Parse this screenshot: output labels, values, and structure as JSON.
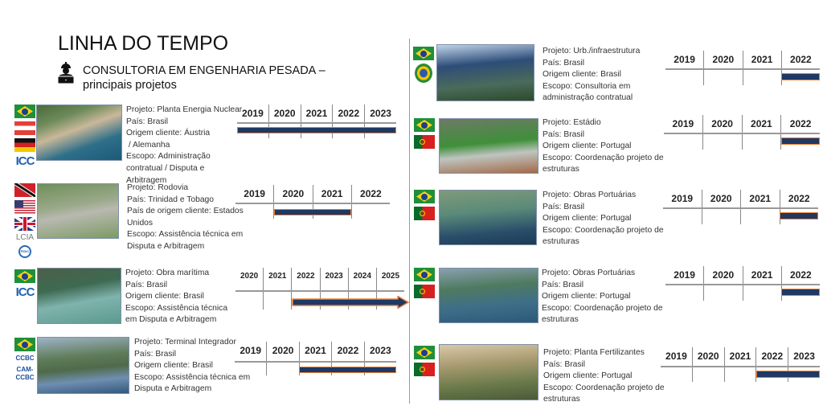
{
  "header": {
    "title": "LINHA DO TEMPO",
    "subtitle": "CONSULTORIA EM ENGENHARIA PESADA – principais projetos"
  },
  "colors": {
    "bar": "#1f3864",
    "bar_border": "#ed7d31",
    "grid": "#888888"
  },
  "projects": [
    {
      "lines": [
        "Projeto: Planta Energia Nuclear",
        "País: Brasil",
        "Origem cliente: Áustria",
        " / Alemanha",
        "Escopo: Administração",
        "contratual / Disputa e",
        "Arbitragem"
      ],
      "flags": [
        "brazil",
        "austria",
        "germany"
      ],
      "logos": [
        "ICC"
      ],
      "photo": "nuclear-plant-photo",
      "years": [
        "2019",
        "2020",
        "2021",
        "2022",
        "2023"
      ],
      "bar": {
        "start": 0,
        "end": 5
      },
      "arrow": false
    },
    {
      "lines": [
        "Projeto: Rodovia",
        "País: Trinidad e Tobago",
        "País de origem cliente: Estados",
        "Unidos",
        "Escopo: Assistência técnica em",
        "Disputa e Arbitragem"
      ],
      "flags": [
        "trinidad",
        "usa",
        "uk"
      ],
      "logos": [
        "LCIA",
        "FIDIC"
      ],
      "photo": "highway-photo",
      "years": [
        "2019",
        "2020",
        "2021",
        "2022"
      ],
      "bar": {
        "start": 1,
        "end": 3
      },
      "arrow": false
    },
    {
      "lines": [
        "Projeto: Obra marítima",
        "País: Brasil",
        "Origem cliente: Brasil",
        "Escopo: Assistência técnica",
        "em Disputa e Arbitragem"
      ],
      "flags": [
        "brazil"
      ],
      "logos": [
        "ICC"
      ],
      "photo": "maritime-work-photo",
      "years": [
        "2020",
        "2021",
        "2022",
        "2023",
        "2024",
        "2025"
      ],
      "bar": {
        "start": 2,
        "end": 6
      },
      "arrow": true
    },
    {
      "lines": [
        "Projeto: Terminal Integrador",
        "País: Brasil",
        "Origem cliente: Brasil",
        "Escopo: Assistência técnica em",
        "Disputa e Arbitragem"
      ],
      "flags": [
        "brazil"
      ],
      "logos": [
        "CCBC",
        "CAM-CCBC"
      ],
      "photo": "terminal-photo",
      "years": [
        "2019",
        "2020",
        "2021",
        "2022",
        "2023"
      ],
      "bar": {
        "start": 2,
        "end": 5
      },
      "arrow": false
    },
    {
      "lines": [
        "Projeto: Urb./infraestrutura",
        "País: Brasil",
        "Origem cliente: Brasil",
        "Escopo: Consultoria em",
        "administração contratual"
      ],
      "flags": [
        "brazil"
      ],
      "logos": [
        "coat-of-arms"
      ],
      "photo": "urban-infrastructure-photo",
      "years": [
        "2019",
        "2020",
        "2021",
        "2022"
      ],
      "bar": {
        "start": 3,
        "end": 4
      },
      "arrow": false
    },
    {
      "lines": [
        "Projeto: Estádio",
        "País: Brasil",
        "Origem cliente: Portugal",
        "Escopo: Coordenação projeto de",
        "estruturas"
      ],
      "flags": [
        "brazil",
        "portugal"
      ],
      "logos": [],
      "photo": "stadium-photo",
      "years": [
        "2019",
        "2020",
        "2021",
        "2022"
      ],
      "bar": {
        "start": 3,
        "end": 4
      },
      "arrow": false
    },
    {
      "lines": [
        "Projeto: Obras Portuárias",
        "País: Brasil",
        "Origem cliente: Portugal",
        "Escopo: Coordenação projeto de",
        "estruturas"
      ],
      "flags": [
        "brazil",
        "portugal"
      ],
      "logos": [],
      "photo": "port-works-photo",
      "years": [
        "2019",
        "2020",
        "2021",
        "2022"
      ],
      "bar": {
        "start": 3,
        "end": 4
      },
      "arrow": false
    },
    {
      "lines": [
        "Projeto: Obras Portuárias",
        "País: Brasil",
        "Origem cliente: Portugal",
        "Escopo: Coordenação projeto de",
        "estruturas"
      ],
      "flags": [
        "brazil",
        "portugal"
      ],
      "logos": [],
      "photo": "port-works-photo-2",
      "years": [
        "2019",
        "2020",
        "2021",
        "2022"
      ],
      "bar": {
        "start": 3,
        "end": 4
      },
      "arrow": false
    },
    {
      "lines": [
        "Projeto: Planta Fertilizantes",
        "País: Brasil",
        "Origem cliente: Portugal",
        "Escopo: Coordenação projeto de",
        "estruturas"
      ],
      "flags": [
        "brazil",
        "portugal"
      ],
      "logos": [],
      "photo": "fertilizer-plant-photo",
      "years": [
        "2019",
        "2020",
        "2021",
        "2022",
        "2023"
      ],
      "bar": {
        "start": 3,
        "end": 5
      },
      "arrow": false
    }
  ]
}
